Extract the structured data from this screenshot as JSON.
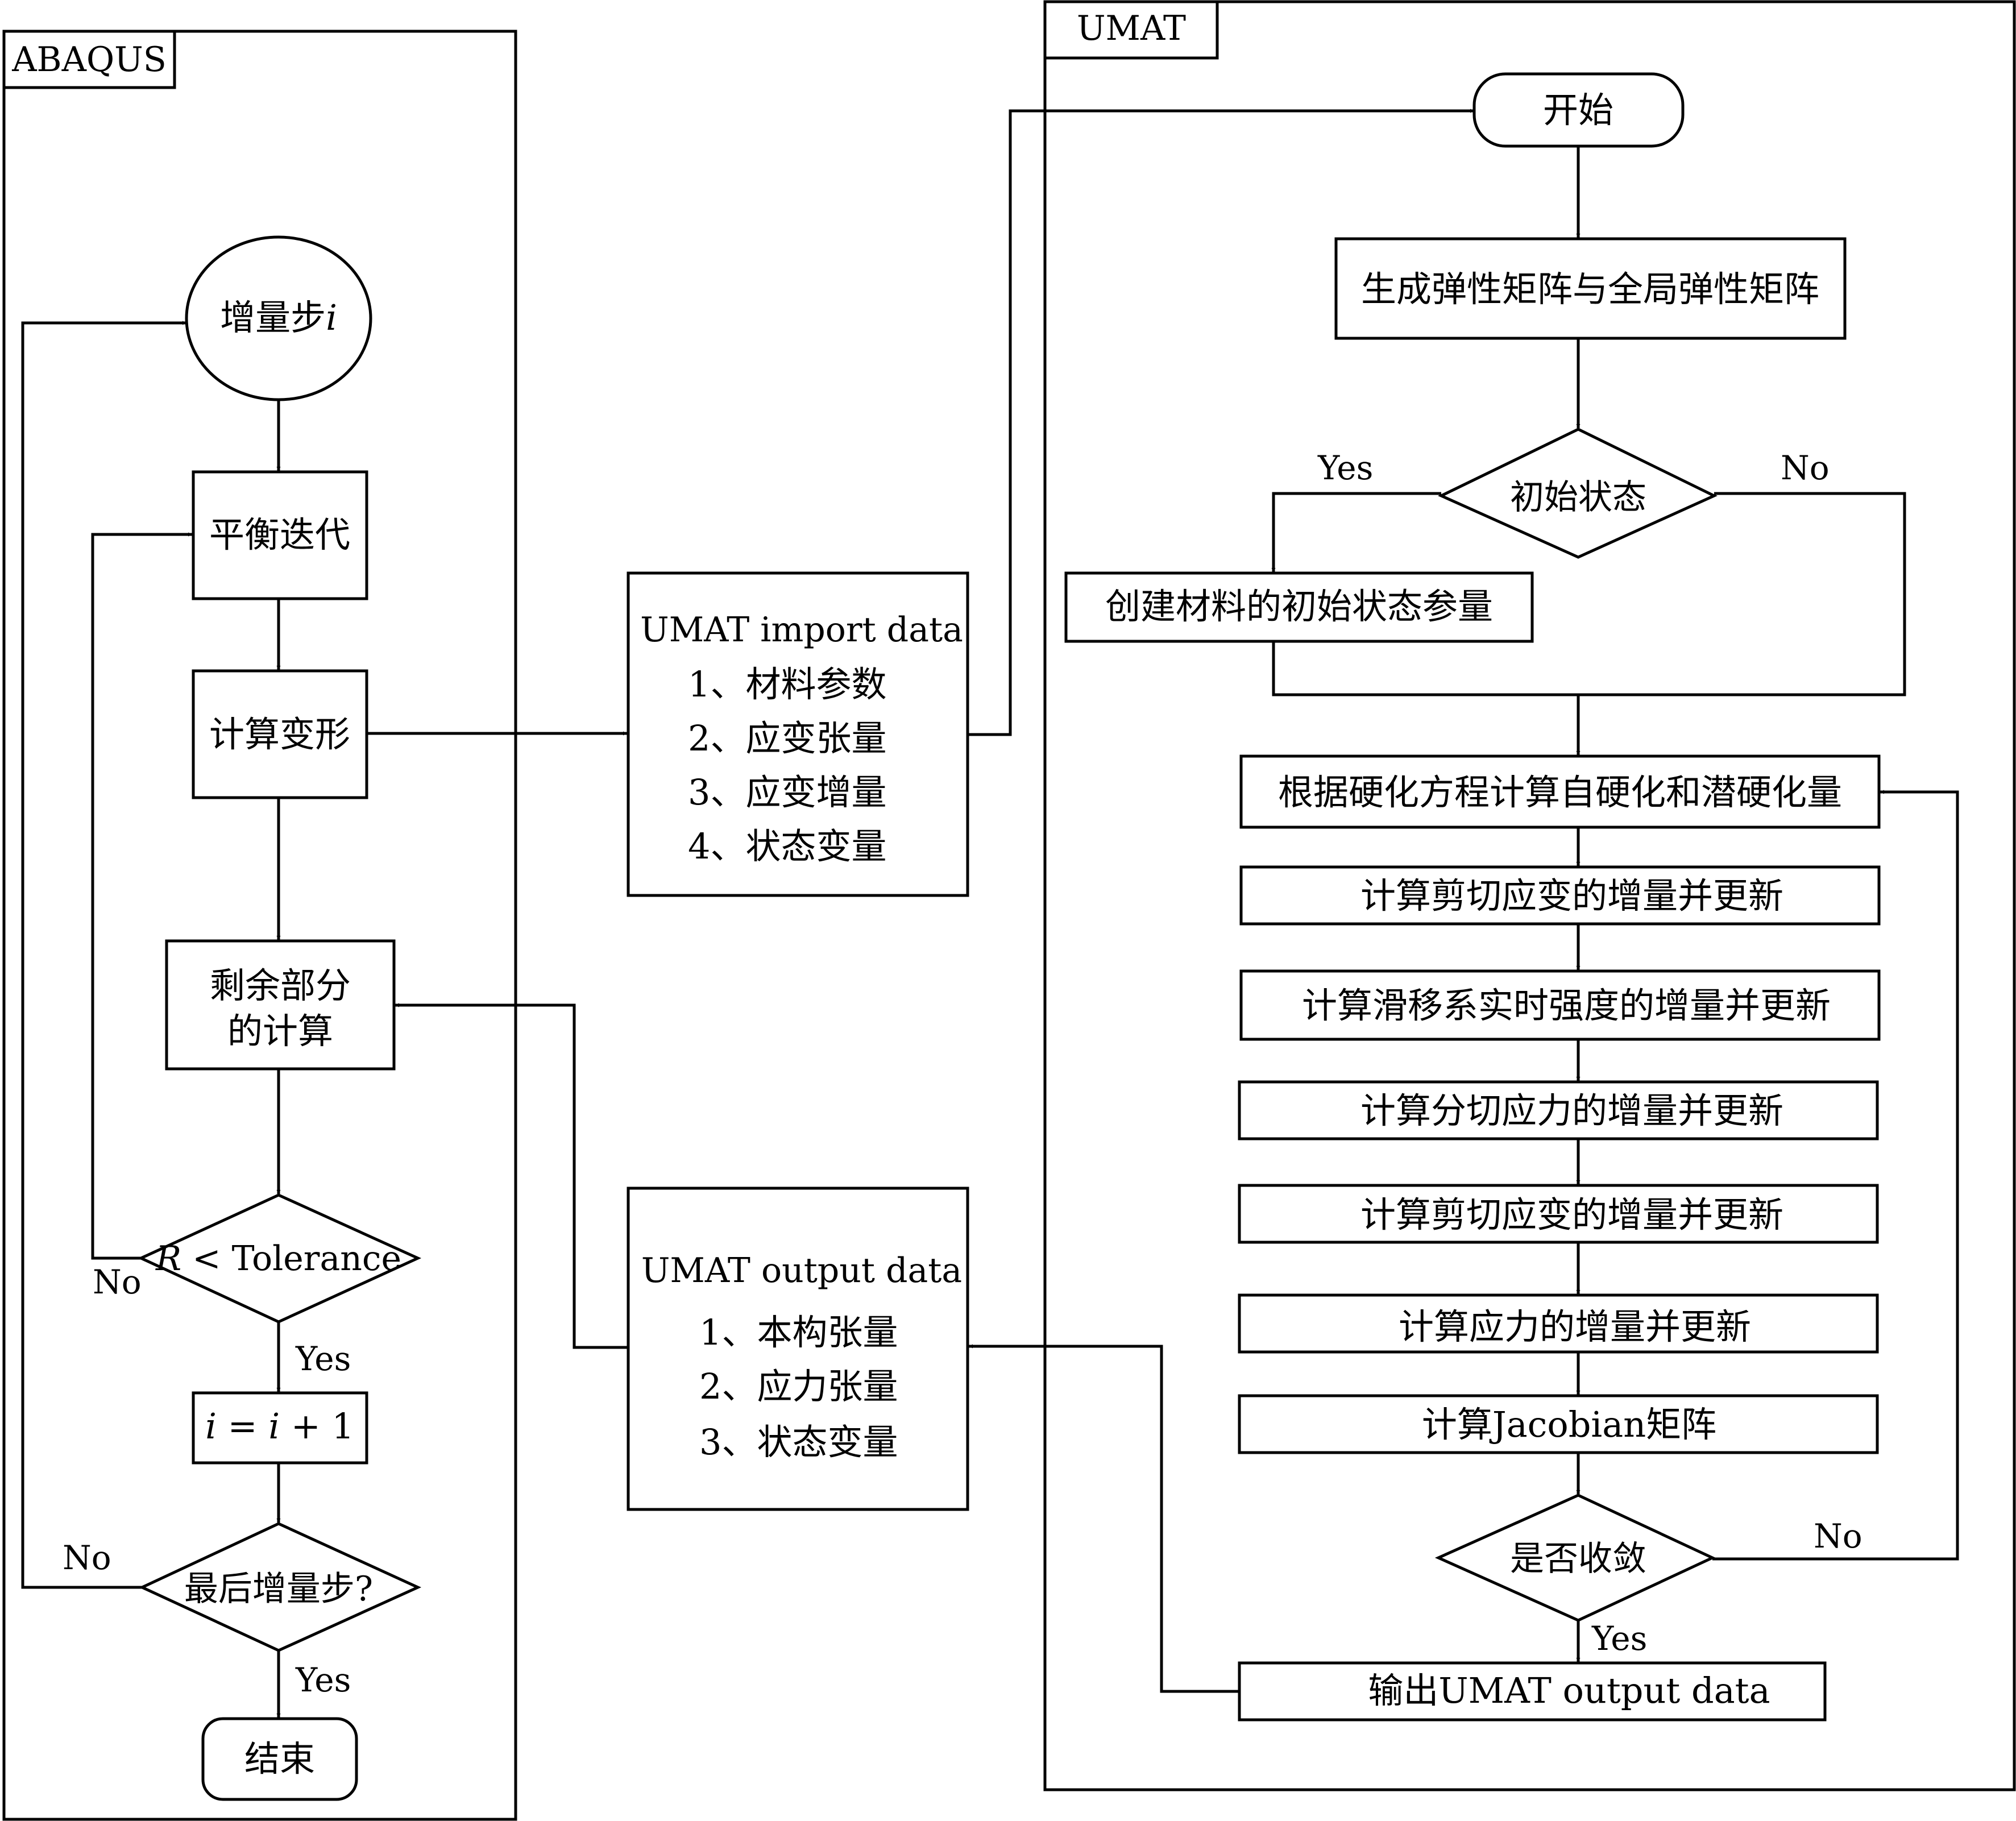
{
  "abaqus": {
    "title": "ABAQUS",
    "start": {
      "text": "增量步",
      "italic": "i"
    },
    "equilibrium": "平衡迭代",
    "deformation": "计算变形",
    "residual": {
      "line1": "剩余部分",
      "line2": "的计算"
    },
    "tolerance": {
      "italic": "R",
      "text": " < Tolerance"
    },
    "increment": {
      "i1": "i",
      "eq": " = ",
      "i2": "i",
      "plus": " + 1"
    },
    "last_step": "最后增量步?",
    "end": "结束",
    "tol_no": "No",
    "tol_yes": "Yes",
    "last_no": "No",
    "last_yes": "Yes"
  },
  "umat_import": {
    "title": "UMAT import data",
    "items": [
      "1、材料参数",
      "2、应变张量",
      "3、应变增量",
      "4、状态变量"
    ]
  },
  "umat_output": {
    "title": "UMAT output data",
    "items": [
      "1、本构张量",
      "2、应力张量",
      "3、状态变量"
    ]
  },
  "umat": {
    "title": "UMAT",
    "start": "开始",
    "generate": "生成弹性矩阵与全局弹性矩阵",
    "initial_state": "初始状态",
    "init_yes": "Yes",
    "init_no": "No",
    "create_params": "创建材料的初始状态参量",
    "hardening": "根据硬化方程计算自硬化和潜硬化量",
    "shear_strain_1": "计算剪切应变的增量并更新",
    "slip_strength": "计算滑移系实时强度的增量并更新",
    "resolved_stress": "计算分切应力的增量并更新",
    "shear_strain_2": "计算剪切应变的增量并更新",
    "stress_inc": "计算应力的增量并更新",
    "jacobian": "计算Jacobian矩阵",
    "converged": "是否收敛",
    "conv_no": "No",
    "conv_yes": "Yes",
    "output": "输出UMAT output data"
  }
}
